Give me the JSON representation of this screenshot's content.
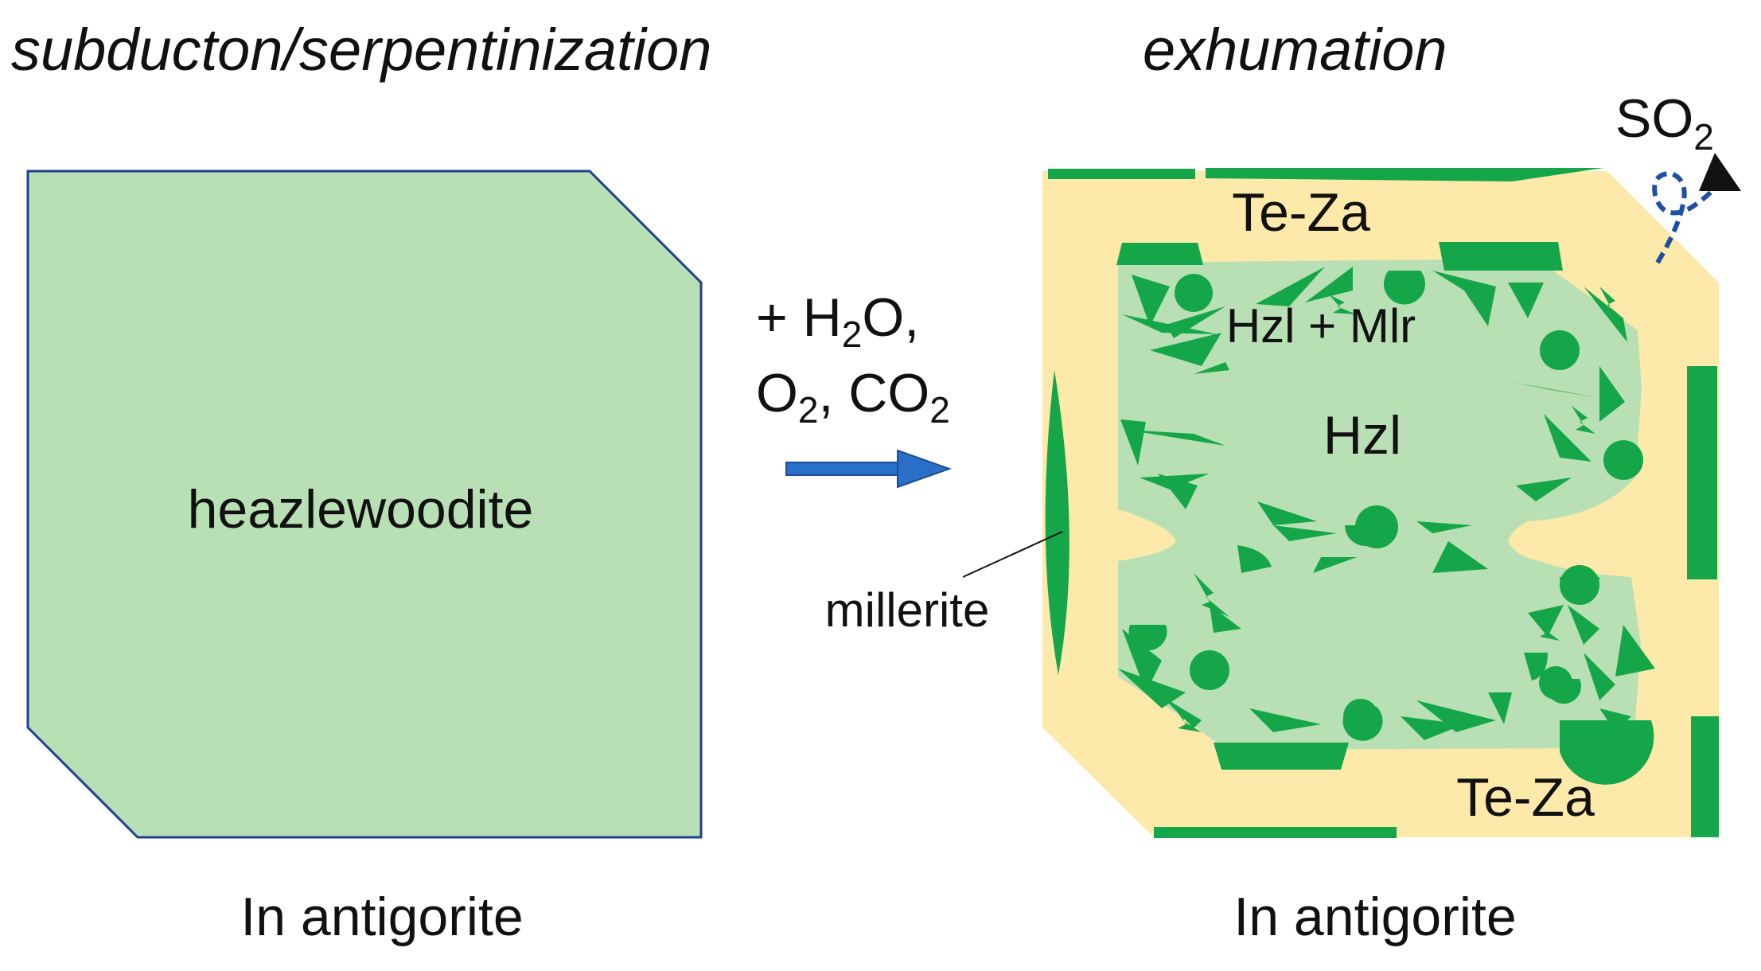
{
  "titles": {
    "left": "subducton/serpentinization",
    "right": "exhumation"
  },
  "left_panel": {
    "grain_label": "heazlewoodite",
    "host_label": "In antigorite"
  },
  "reaction": {
    "line1_prefix": "+ H",
    "line1_sub": "2",
    "line1_suffix": "O,",
    "line2_o": "O",
    "line2_o_sub": "2",
    "line2_mid": ", CO",
    "line2_co_sub": "2"
  },
  "right_panel": {
    "rim_label_top": "Te-Za",
    "rim_label_bottom": "Te-Za",
    "mixed_label": "Hzl + Mlr",
    "core_label": "Hzl",
    "millerite_label": "millerite",
    "gas_main": "SO",
    "gas_sub": "2",
    "host_label": "In antigorite"
  },
  "colors": {
    "heazlewoodite_fill": "#b8e0b4",
    "heazlewoodite_border": "#1f3f8f",
    "rim_fill": "#fde9a9",
    "millerite": "#16a64a",
    "arrow": "#2a6fc7",
    "gas_loop": "#1f4fa0"
  }
}
